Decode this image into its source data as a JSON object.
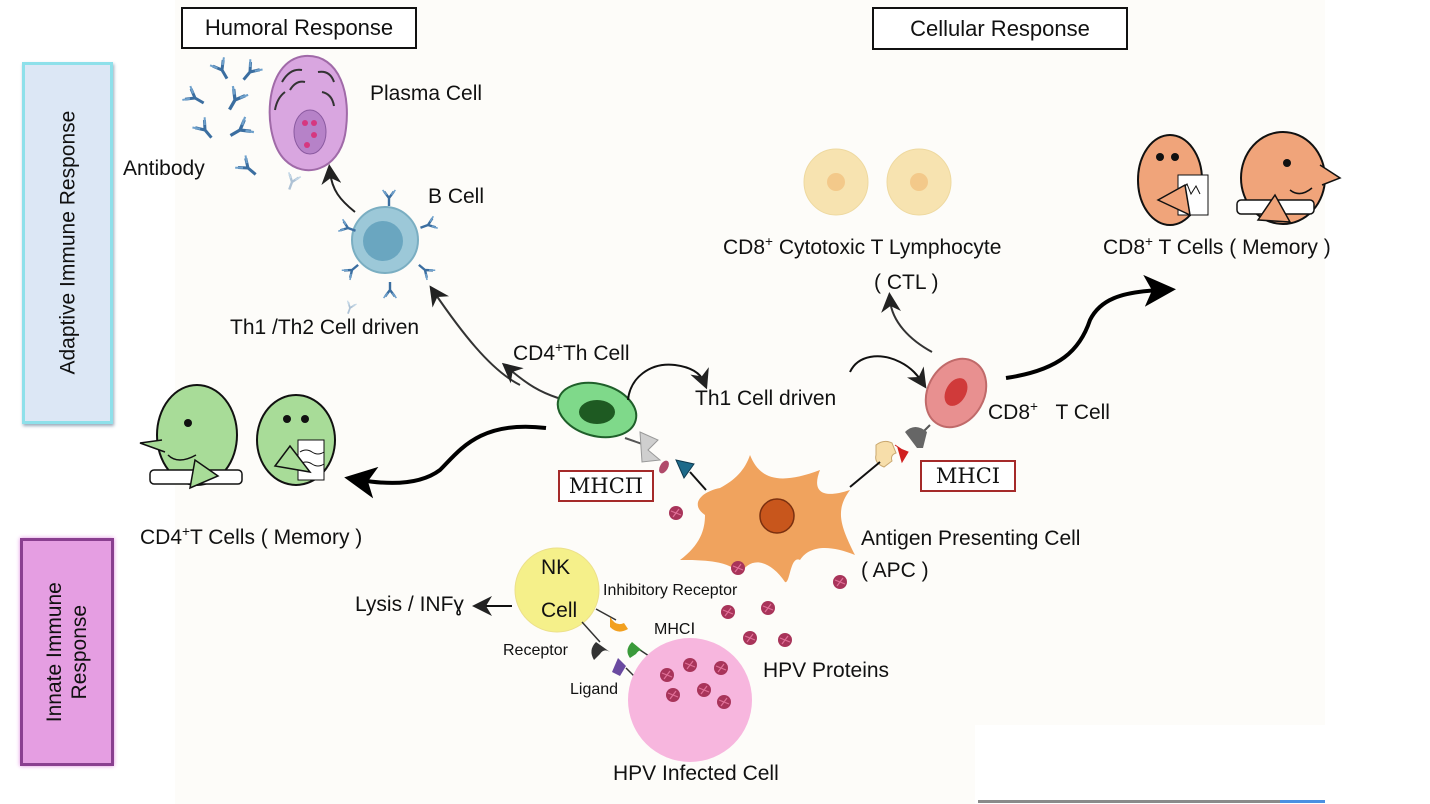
{
  "section_headers": {
    "humoral": "Humoral Response",
    "cellular": "Cellular Response"
  },
  "side_labels": {
    "adaptive": "Adaptive Immune Response",
    "innate_line1": "Innate Immune",
    "innate_line2": "Response"
  },
  "labels": {
    "plasma_cell": "Plasma Cell",
    "antibody": "Antibody",
    "b_cell": "B Cell",
    "th1_th2": "Th1 /Th2 Cell driven",
    "cd4_th_prefix": "CD4",
    "cd4_th_sup": "+",
    "cd4_th_suffix": "Th Cell",
    "th1_driven": "Th1 Cell driven",
    "cd8_t_prefix": "CD8",
    "cd8_t_sup": "+",
    "cd8_t_suffix": "T Cell",
    "ctl_prefix": "CD8",
    "ctl_sup": "+",
    "ctl_suffix": "Cytotoxic T Lymphocyte",
    "ctl_abbr": "( CTL )",
    "cd8_memory_prefix": "CD8",
    "cd8_memory_sup": "+",
    "cd8_memory_suffix": "T Cells ( Memory )",
    "cd4_memory_prefix": "CD4",
    "cd4_memory_sup": "+",
    "cd4_memory_suffix": "T Cells ( Memory )",
    "mhc2": "MHCΠ",
    "mhc1_box": "MHCⅠ",
    "apc_line1": "Antigen Presenting Cell",
    "apc_line2": "( APC )",
    "nk_line1": "NK",
    "nk_line2": "Cell",
    "lysis": "Lysis / INFɣ",
    "inhibitory_receptor": "Inhibitory Receptor",
    "mhc1_small": "MHCⅠ",
    "receptor": "Receptor",
    "ligand": "Ligand",
    "hpv_proteins": "HPV Proteins",
    "hpv_infected": "HPV Infected Cell"
  },
  "colors": {
    "adaptive_fill": "#dce7f5",
    "adaptive_border": "#8ee0ea",
    "innate_fill": "#e59ee2",
    "innate_border": "#8a3f90",
    "plasma_cell": "#d9a6e0",
    "b_cell": "#9cc8d8",
    "cd4_cell": "#7fd98a",
    "cd8_cell": "#e89090",
    "ctl_cell": "#f7e3b0",
    "memory_cd8": "#f0a47a",
    "memory_cd4": "#a8dc98",
    "apc": "#f0a35e",
    "apc_nucleus": "#c8561c",
    "nk_cell": "#f5f08a",
    "hpv_cell": "#f7b6de",
    "hpv_protein": "#a8345a",
    "mhc_border": "#a52a2a"
  }
}
